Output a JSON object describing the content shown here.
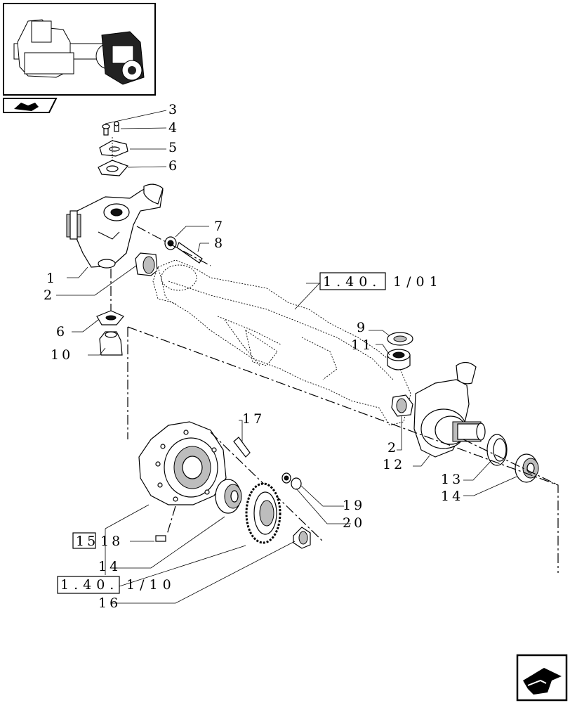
{
  "callouts": {
    "c1": "1",
    "c2_left": "2",
    "c2_right": "2",
    "c3": "3",
    "c4": "4",
    "c5": "5",
    "c6_top": "6",
    "c6_mid": "6",
    "c7": "7",
    "c8": "8",
    "c9": "9",
    "c10": "10",
    "c11": "11",
    "c12": "12",
    "c13": "13",
    "c14_right": "14",
    "c14_left": "14",
    "c15": "15",
    "c16": "16",
    "c17": "17",
    "c18": "18",
    "c19": "19",
    "c20": "20"
  },
  "references": {
    "axle_ref_main": "1.40.",
    "axle_ref_sheet": "1/01",
    "gear_ref_main": "1.40.",
    "gear_ref_sheet": "1/10"
  },
  "icons": {
    "thumbnail": "axle-assembly-thumbnail",
    "nav_back": "previous-page-arrow-icon",
    "nav_next": "next-page-arrow-icon"
  }
}
